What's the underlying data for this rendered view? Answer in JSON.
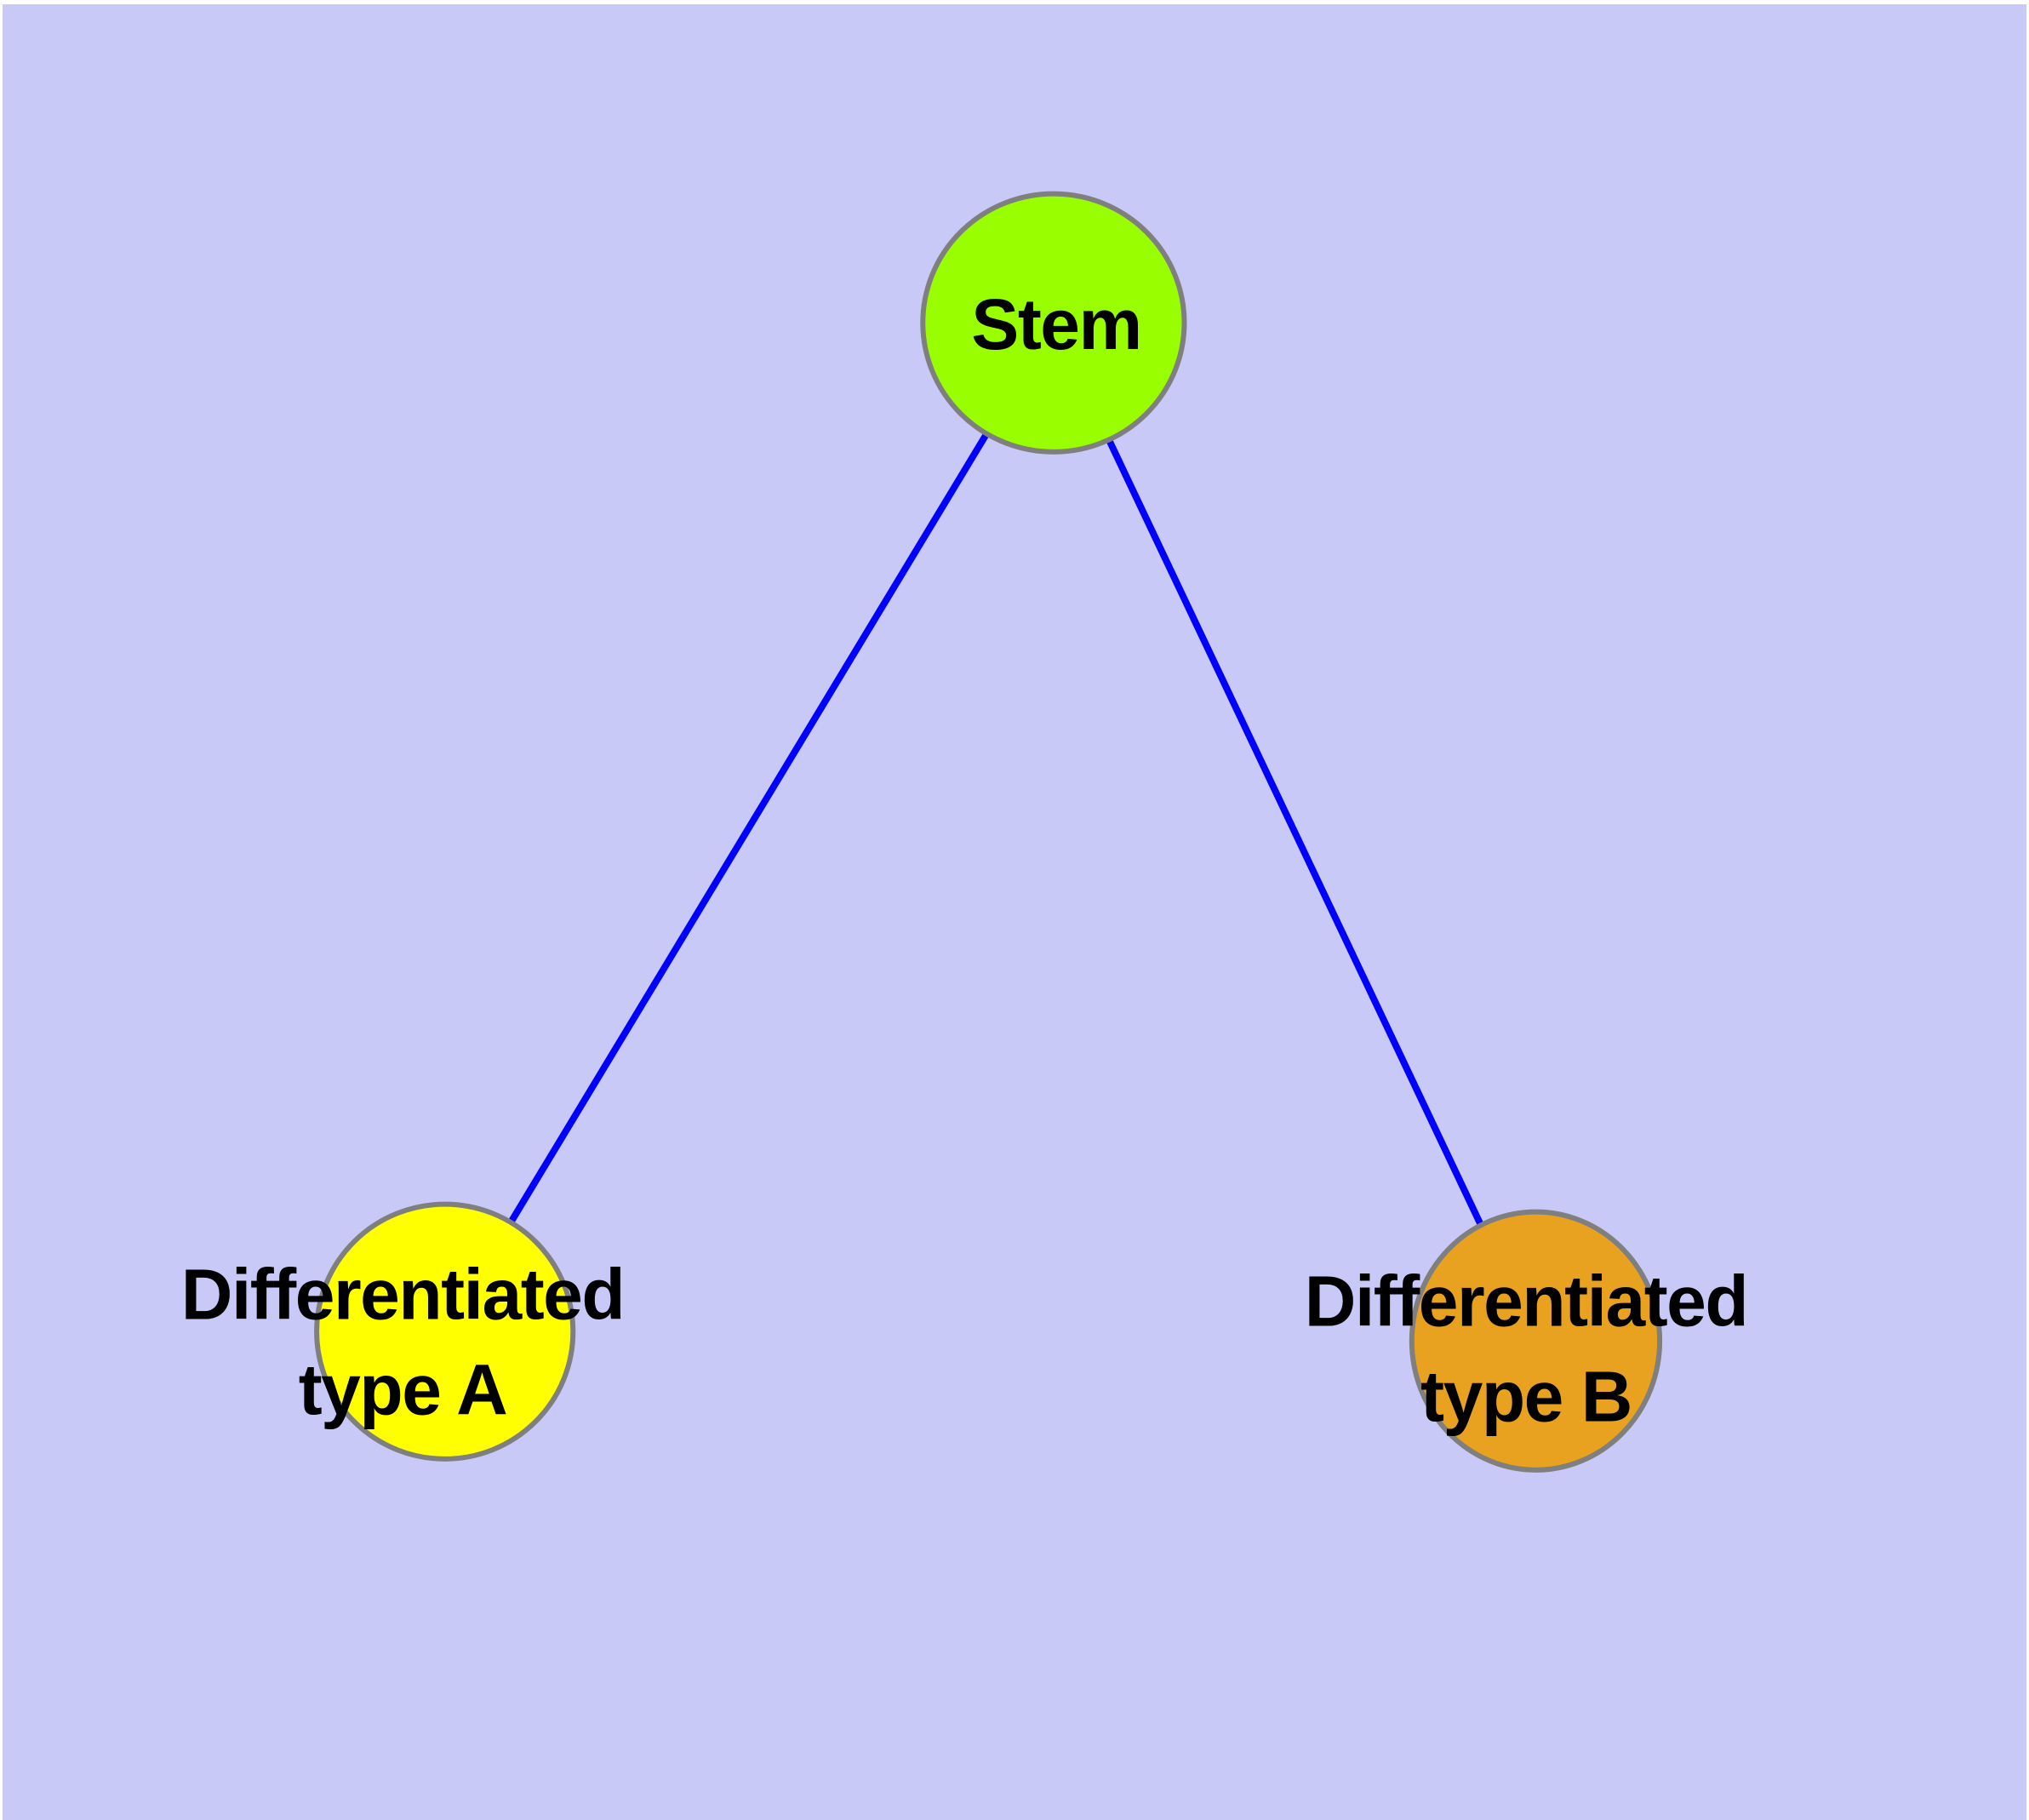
{
  "canvas": {
    "background_color": "#c9c9f8",
    "frame_color": "#ffffff"
  },
  "diagram": {
    "type": "node-link-graph",
    "edge_color": "#0000fe",
    "node_border_color": "#7f7f7f",
    "label_color": "#000000",
    "nodes": [
      {
        "id": "stem",
        "label": "Stem",
        "label_line1": "Stem",
        "label_line2": "",
        "fill": "#99ff00"
      },
      {
        "id": "differentiated-type-a",
        "label": "Differentiated type A",
        "label_line1": "Differentiated",
        "label_line2": "type A",
        "fill": "#ffff00"
      },
      {
        "id": "differentiated-type-b",
        "label": "Differentiated type B",
        "label_line1": "Differentiated",
        "label_line2": "type B",
        "fill": "#e8a220"
      }
    ],
    "edges": [
      {
        "from": "Stem",
        "to": "Differentiated type A"
      },
      {
        "from": "Stem",
        "to": "Differentiated type B"
      }
    ]
  }
}
